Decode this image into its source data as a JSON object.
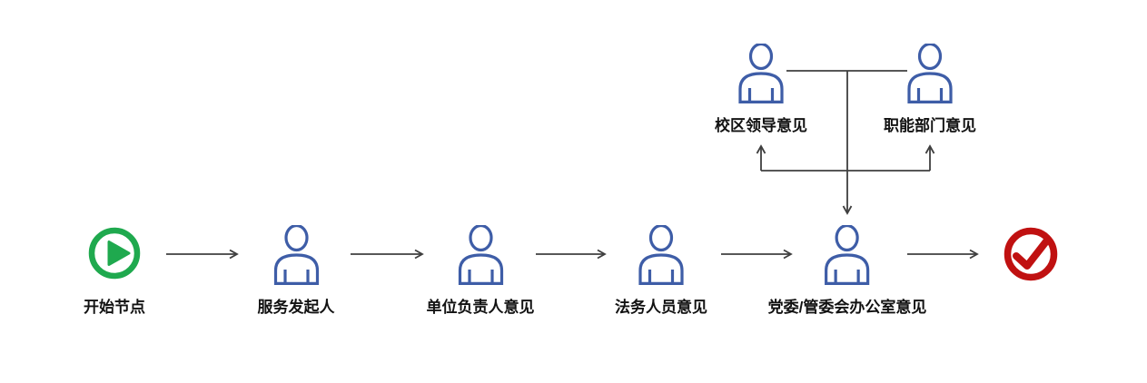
{
  "diagram": {
    "type": "approval-workflow-flowchart",
    "background": "#ffffff",
    "colors": {
      "start_green": "#1FA94E",
      "end_red": "#C01111",
      "person_blue": "#3E5DA7",
      "connector_gray": "#3F3F3F",
      "label_text": "#121212"
    },
    "nodes": {
      "start": {
        "label": "开始节点",
        "icon": "play-circle-icon"
      },
      "service_initiator": {
        "label": "服务发起人",
        "icon": "person-icon"
      },
      "unit_head_opinion": {
        "label": "单位负责人意见",
        "icon": "person-icon"
      },
      "legal_staff_opinion": {
        "label": "法务人员意见",
        "icon": "person-icon"
      },
      "party_committee_office_opinion": {
        "label": "党委/管委会办公室意见",
        "icon": "person-icon"
      },
      "campus_leader_opinion": {
        "label": "校区领导意见",
        "icon": "person-icon"
      },
      "functional_dept_opinion": {
        "label": "职能部门意见",
        "icon": "person-icon"
      },
      "end": {
        "label": "",
        "icon": "check-circle-icon"
      }
    },
    "edges": [
      {
        "from": "start",
        "to": "service_initiator",
        "style": "arrow-right"
      },
      {
        "from": "service_initiator",
        "to": "unit_head_opinion",
        "style": "arrow-right"
      },
      {
        "from": "unit_head_opinion",
        "to": "legal_staff_opinion",
        "style": "arrow-right"
      },
      {
        "from": "legal_staff_opinion",
        "to": "party_committee_office_opinion",
        "style": "arrow-right"
      },
      {
        "from": "party_committee_office_opinion",
        "to": "end",
        "style": "arrow-right"
      },
      {
        "from": "branch-junction",
        "to": "campus_leader_opinion",
        "style": "arrow-up"
      },
      {
        "from": "branch-junction",
        "to": "functional_dept_opinion",
        "style": "arrow-up"
      },
      {
        "from": "campus_leader_opinion+functional_dept_opinion",
        "to": "party_committee_office_opinion",
        "style": "arrow-down"
      }
    ]
  }
}
